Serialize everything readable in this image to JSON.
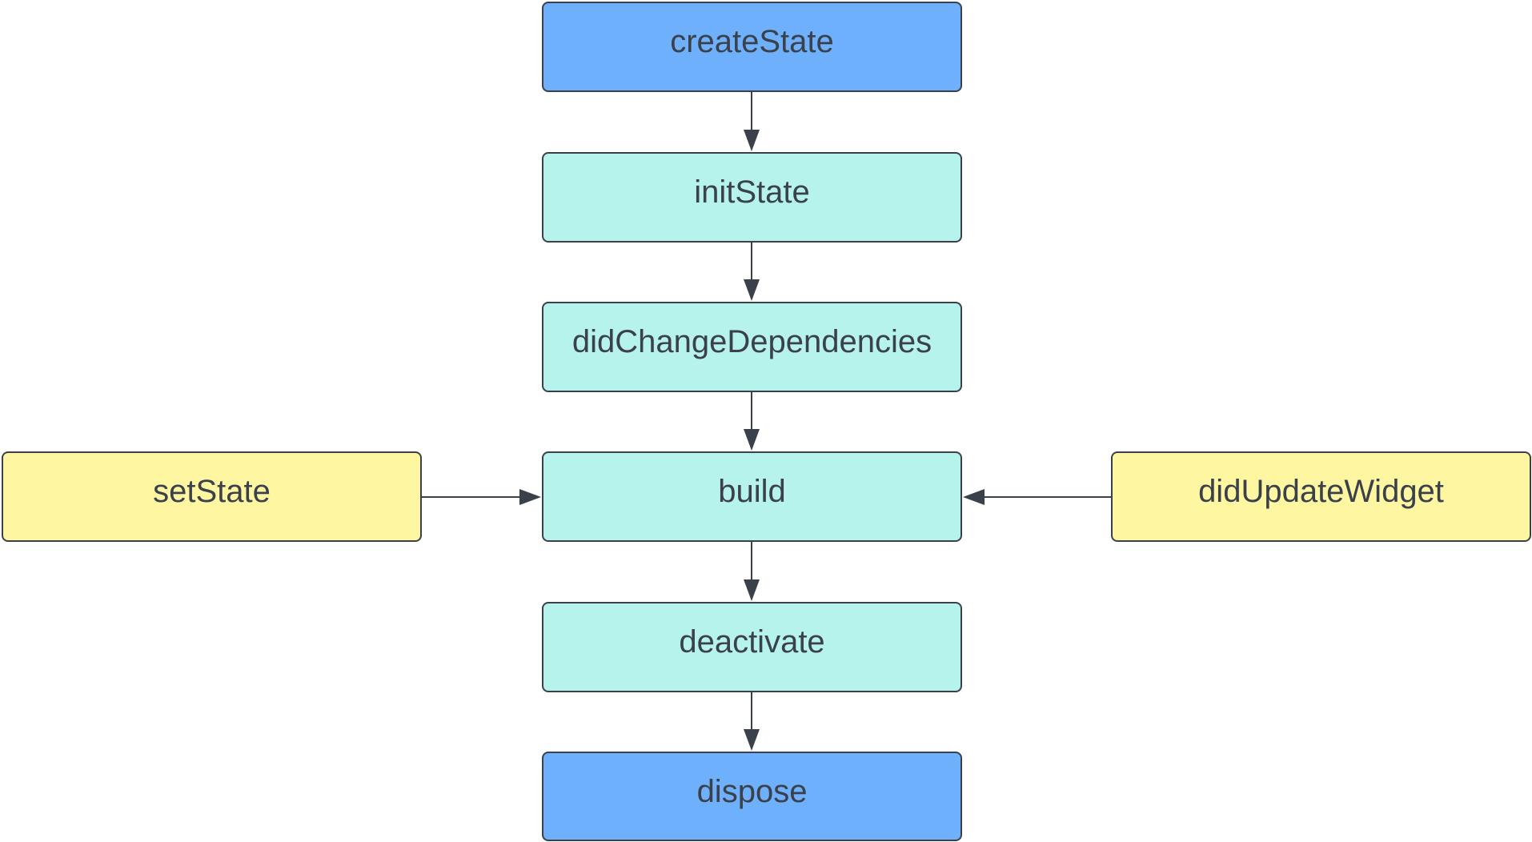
{
  "nodes": {
    "createState": "createState",
    "initState": "initState",
    "didChangeDependencies": "didChangeDependencies",
    "build": "build",
    "deactivate": "deactivate",
    "dispose": "dispose",
    "setState": "setState",
    "didUpdateWidget": "didUpdateWidget"
  },
  "colors": {
    "lifecycle_endpoint": "#6fb0fc",
    "lifecycle_step": "#b6f3ec",
    "trigger": "#fff6a2",
    "stroke": "#3a414a"
  },
  "edges": [
    {
      "from": "createState",
      "to": "initState"
    },
    {
      "from": "initState",
      "to": "didChangeDependencies"
    },
    {
      "from": "didChangeDependencies",
      "to": "build"
    },
    {
      "from": "build",
      "to": "deactivate"
    },
    {
      "from": "deactivate",
      "to": "dispose"
    },
    {
      "from": "setState",
      "to": "build"
    },
    {
      "from": "didUpdateWidget",
      "to": "build"
    }
  ]
}
